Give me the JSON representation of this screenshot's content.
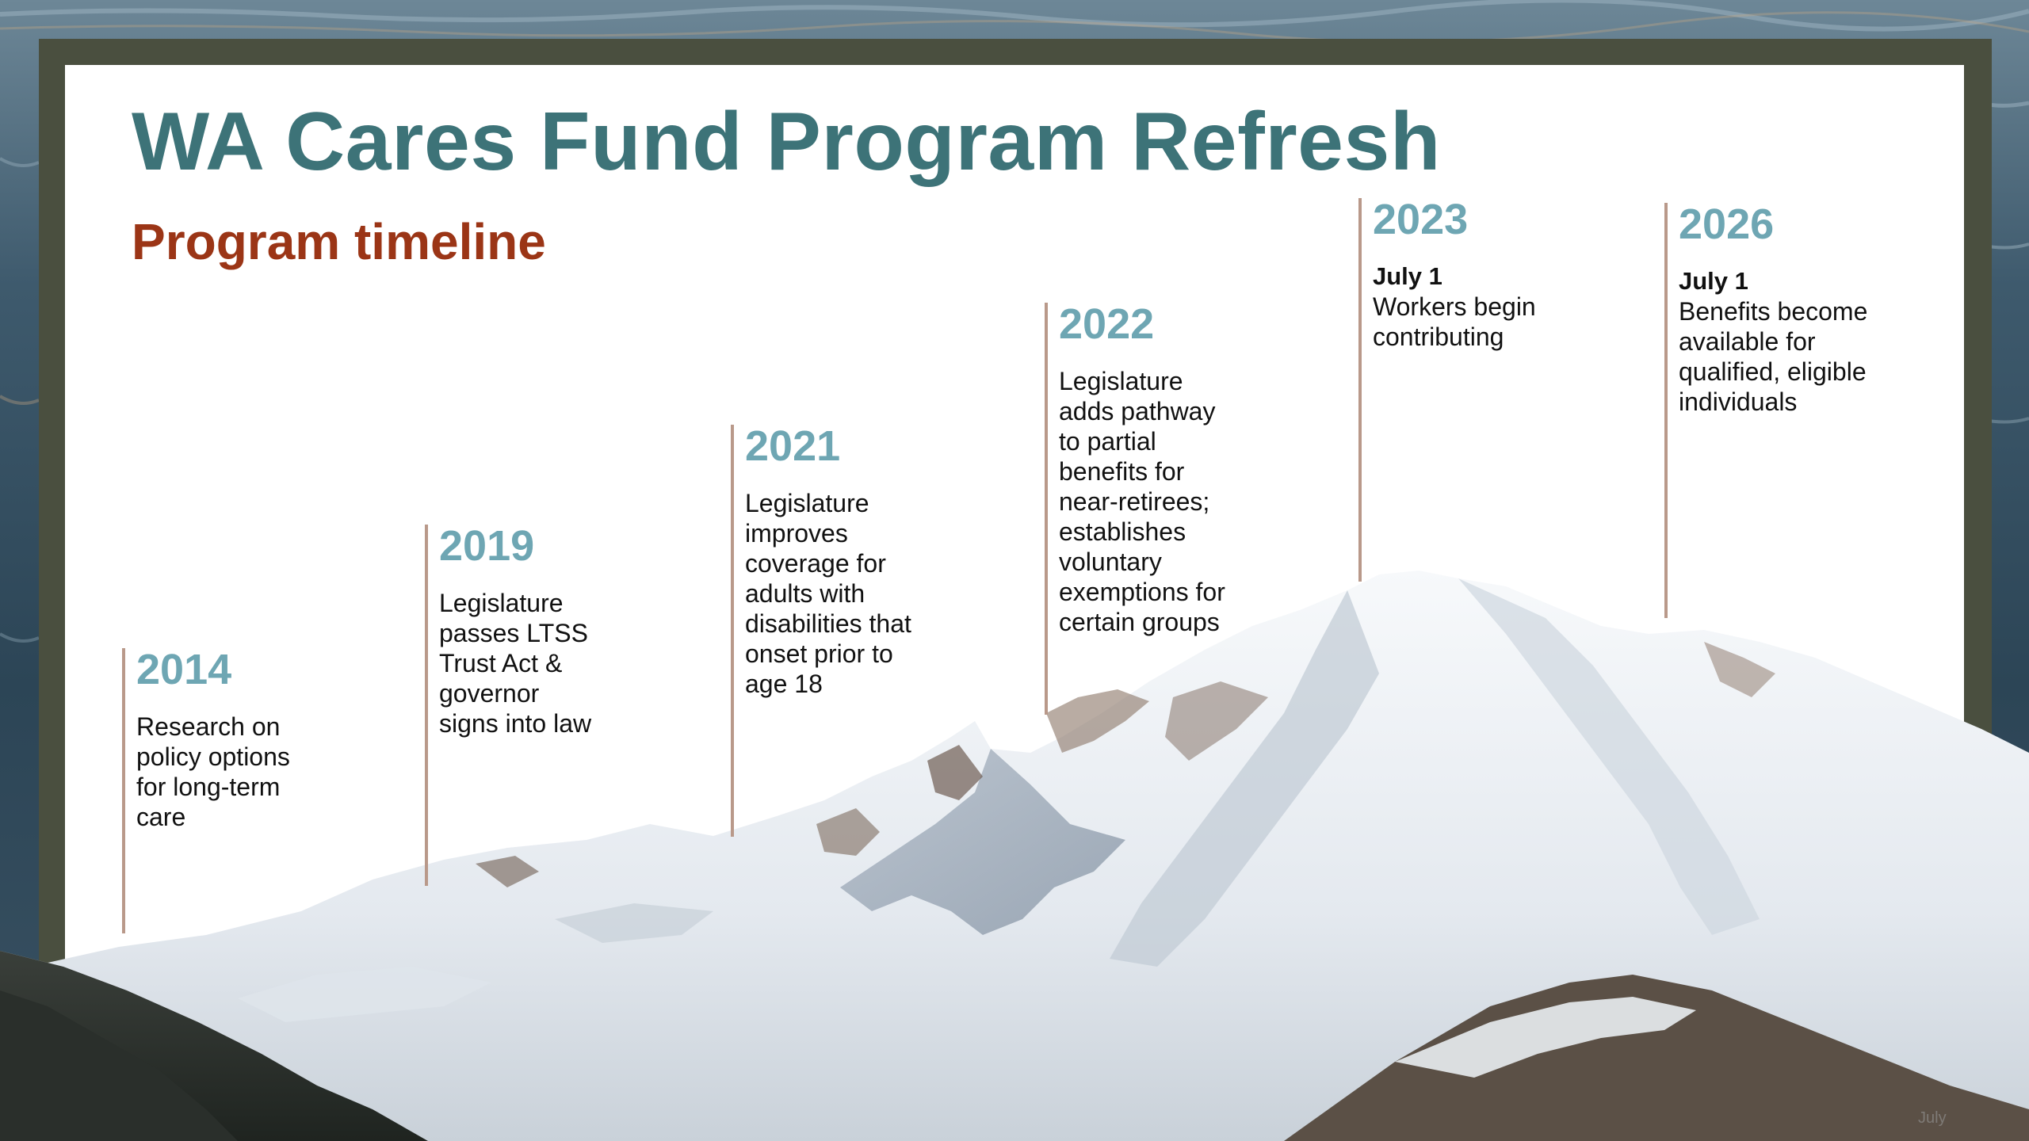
{
  "slide": {
    "title": "WA Cares Fund Program Refresh",
    "subtitle": "Program timeline"
  },
  "timeline": [
    {
      "year": "2014",
      "date": "",
      "description": "Research on\npolicy options\nfor long-term\ncare"
    },
    {
      "year": "2019",
      "date": "",
      "description": "Legislature\npasses LTSS\nTrust Act &\ngovernor\nsigns into law"
    },
    {
      "year": "2021",
      "date": "",
      "description": "Legislature\nimproves\ncoverage for\nadults with\ndisabilities that\nonset prior to\nage 18"
    },
    {
      "year": "2022",
      "date": "",
      "description": "Legislature\nadds pathway\nto partial\nbenefits for\nnear-retirees;\nestablishes\nvoluntary\nexemptions for\ncertain groups"
    },
    {
      "year": "2023",
      "date": "July 1",
      "description": "Workers begin\ncontributing"
    },
    {
      "year": "2026",
      "date": "July 1",
      "description": "Benefits become\navailable for\nqualified, eligible\nindividuals"
    }
  ],
  "footer": {
    "watermark": "July"
  },
  "colors": {
    "title": "#3d7378",
    "subtitle": "#9b3516",
    "year": "#6ea6b3",
    "timeline_line": "#b9998a",
    "frame": "#4a4f3f"
  }
}
